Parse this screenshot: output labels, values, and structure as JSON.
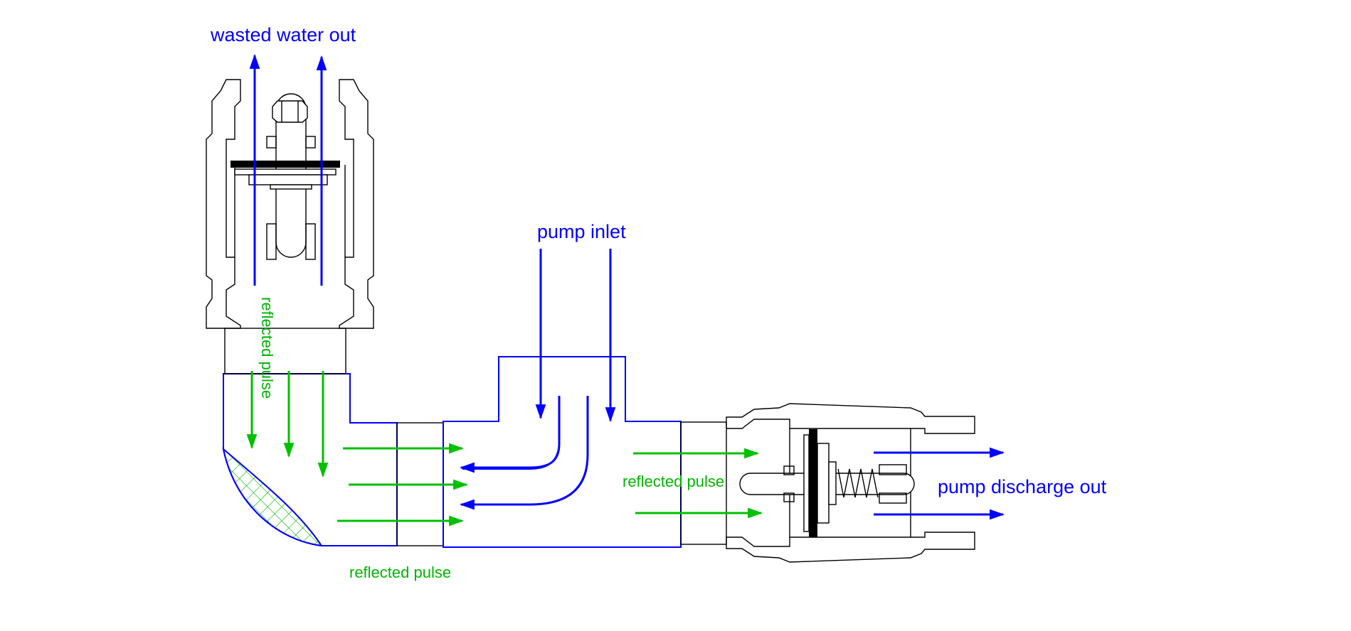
{
  "labels": {
    "wasted_water_out": "wasted water out",
    "pump_inlet": "pump inlet",
    "pump_discharge_out": "pump discharge out",
    "reflected_pulse_vertical": "reflected pulse",
    "reflected_pulse_bottom": "reflected pulse",
    "reflected_pulse_right": "reflected pulse"
  },
  "colors": {
    "flow_arrow": "#0000ff",
    "pulse_arrow": "#00c000",
    "pipe_outline": "#0000ff",
    "valve_outline": "#000000",
    "background": "#ffffff"
  }
}
